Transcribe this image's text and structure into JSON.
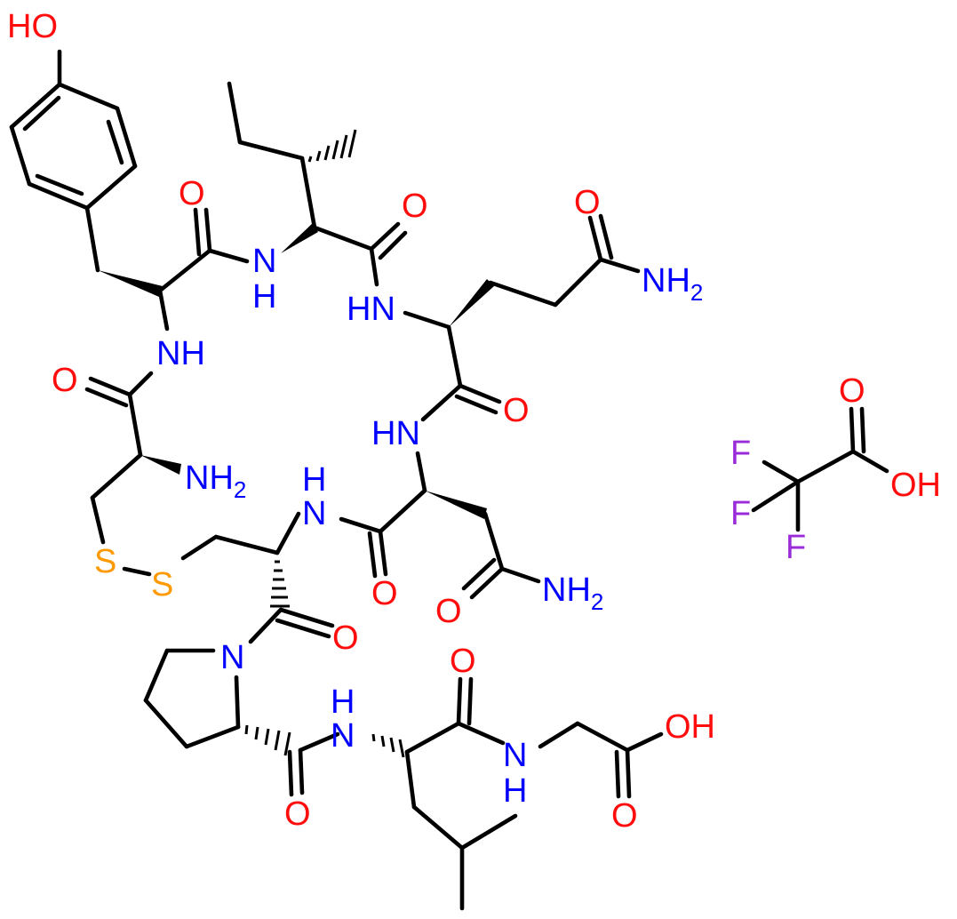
{
  "colors": {
    "bond": "#000000",
    "O": "#ff0d0d",
    "N": "#0000ff",
    "S": "#ff9900",
    "F": "#9a2bd8",
    "background": "#ffffff"
  },
  "atoms": {
    "tyr_oh": "HO",
    "tyr_co_o": "O",
    "tyr_nh": "NH",
    "ile_nh": "NH",
    "ile_co_o": "O",
    "gln_nh": "HN",
    "gln_side_o": "O",
    "gln_side_nh2": "NH2",
    "gln_co_o": "O",
    "asn_nh": "HN",
    "cys1_co_o": "O",
    "cys1_nh2": "NH2",
    "s1": "S",
    "s2": "S",
    "cys6_nh": "NH",
    "asn_co_o": "O",
    "asn_side_o": "O",
    "asn_side_nh2": "NH2",
    "cys6_co_o": "O",
    "pro_n": "N",
    "pro_co_o": "O",
    "leu_nh": "NH",
    "leu_co_o": "O",
    "gly_nh": "NH",
    "gly_oh": "OH",
    "gly_co_o": "O",
    "tfa_o": "O",
    "tfa_oh": "OH",
    "tfa_f1": "F",
    "tfa_f2": "F",
    "tfa_f3": "F"
  }
}
